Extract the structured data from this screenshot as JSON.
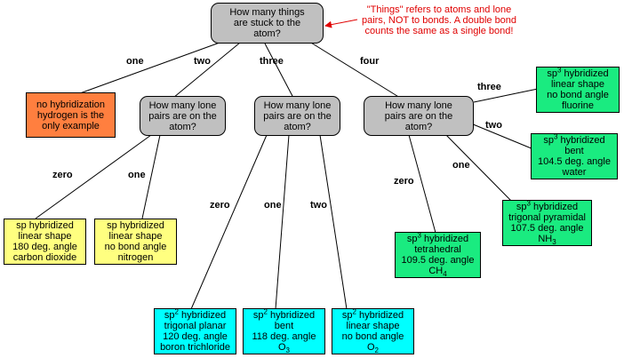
{
  "colors": {
    "question": "#c0c0c0",
    "none": "#ff7f3f",
    "sp": "#ffff80",
    "sp2": "#00ffff",
    "sp3": "#1aeb80",
    "note": "#e00000"
  },
  "root": {
    "line1": "How many things",
    "line2": "are stuck to the",
    "line3": "atom?"
  },
  "note": {
    "line1": "\"Things\" refers to atoms and lone",
    "line2": "pairs, NOT to bonds.  A double bond",
    "line3": "counts the same as a single bond!"
  },
  "edge_labels": {
    "one": "one",
    "two": "two",
    "three": "three",
    "four": "four",
    "two_zero": "zero",
    "two_one": "one",
    "three_zero": "zero",
    "three_one": "one",
    "three_two": "two",
    "four_zero": "zero",
    "four_one": "one",
    "four_two": "two",
    "four_three": "three"
  },
  "lone_pair_question": {
    "line1": "How many lone",
    "line2": "pairs are on the",
    "line3": "atom?"
  },
  "no_hybrid": {
    "line1": "no hybridization",
    "line2": "hydrogen is the",
    "line3": "only example"
  },
  "sp_linear": {
    "line1": "sp hybridized",
    "line2": "linear shape",
    "line3": "180 deg. angle",
    "line4": "carbon dioxide"
  },
  "sp_nobond": {
    "line1": "sp hybridized",
    "line2": "linear shape",
    "line3": "no bond angle",
    "line4": "nitrogen"
  },
  "sp2_planar": {
    "prefix": "sp",
    "sup": "2",
    "hyb": " hybridized",
    "line2": "trigonal planar",
    "line3": "120 deg. angle",
    "line4": "boron trichloride"
  },
  "sp2_bent": {
    "prefix": "sp",
    "sup": "2",
    "hyb": "  hybridized",
    "line2": "bent",
    "line3": "118 deg. angle",
    "line4": "O",
    "line4_sub": "3"
  },
  "sp2_linear": {
    "prefix": "sp",
    "sup": "2",
    "hyb": "  hybridized",
    "line2": "linear shape",
    "line3": "no bond angle",
    "line4": "O",
    "line4_sub": "2"
  },
  "sp3_tetra": {
    "prefix": "sp",
    "sup": "3",
    "hyb": " hybridized",
    "line2": "tetrahedral",
    "line3": "109.5 deg. angle",
    "line4": "CH",
    "line4_sub": "4"
  },
  "sp3_pyramidal": {
    "prefix": "sp",
    "sup": "3",
    "hyb": " hybridized",
    "line2": "trigonal pyramidal",
    "line3": "107.5 deg. angle",
    "line4": "NH",
    "line4_sub": "3"
  },
  "sp3_bent": {
    "prefix": "sp",
    "sup": "3",
    "hyb": " hybridized",
    "line2": "bent",
    "line3": "104.5 deg. angle",
    "line4": "water"
  },
  "sp3_linear": {
    "prefix": "sp",
    "sup": "3",
    "hyb": " hybridized",
    "line2": "linear shape",
    "line3": "no bond angle",
    "line4": "fluorine"
  }
}
